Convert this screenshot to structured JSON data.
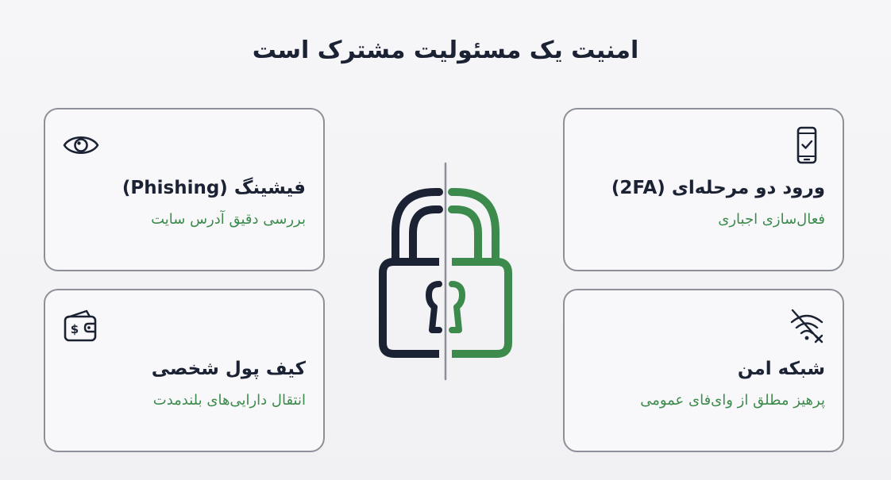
{
  "title": "امنیت یک مسئولیت مشترک است",
  "cards": [
    {
      "title": "فیشینگ (Phishing)",
      "subtitle": "بررسی دقیق آدرس سایت",
      "icon": "eye-icon"
    },
    {
      "title": "ورود دو مرحله‌ای (2FA)",
      "subtitle": "فعال‌سازی اجباری",
      "icon": "smartphone-check-icon"
    },
    {
      "title": "کیف پول شخصی",
      "subtitle": "انتقال دارایی‌های بلندمدت",
      "icon": "wallet-icon"
    },
    {
      "title": "شبکه امن",
      "subtitle": "پرهیز مطلق از وای‌فای عمومی",
      "icon": "wifi-off-icon"
    }
  ],
  "colors": {
    "navy": "#1b2233",
    "green": "#3c8a4c",
    "border": "#8d9099",
    "background": "#f3f3f6"
  },
  "center_icon": "split-padlock-icon"
}
